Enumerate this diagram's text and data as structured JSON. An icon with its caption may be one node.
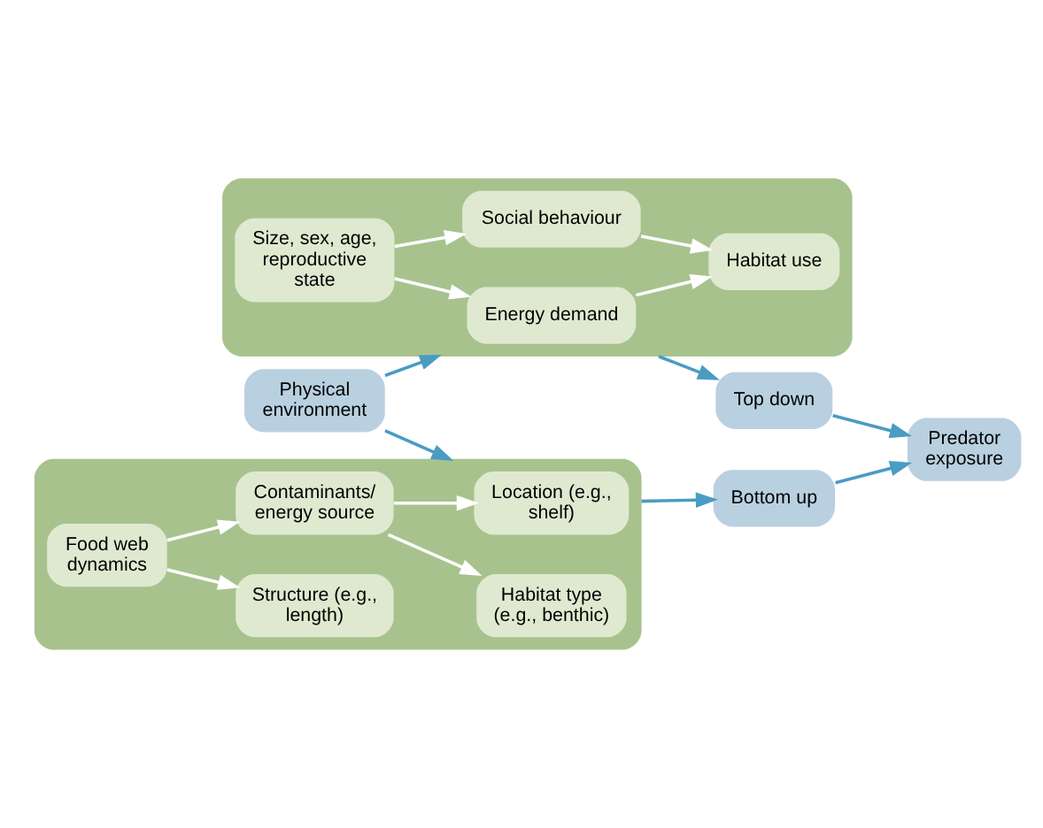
{
  "diagram": {
    "nodes": [
      {
        "text": [
          "Physical environment"
        ]
      },
      {
        "text": [],
        "shape": "box"
      },
      {
        "text": [
          "Energy demand"
        ],
        "in": 1
      },
      {
        "text": [
          "Habitat use"
        ],
        "in": 1
      },
      {
        "text": [
          "Size, sex, age, reproductive state"
        ],
        "in": 1
      },
      {
        "text": [
          "Social behaviour"
        ],
        "in": 1
      },
      {
        "text": [],
        "shape": "box"
      },
      {
        "text": [
          "Location (e.g., shelf)"
        ],
        "in": 6
      },
      {
        "text": [
          "Structure (e.g., length)"
        ],
        "in": 6
      },
      {
        "text": [
          "Habitat type (e.g., benthic)"
        ],
        "in": 6
      },
      {
        "text": [
          "Food web dynamics"
        ],
        "in": 6
      },
      {
        "text": [
          "Contaminants/ energy source"
        ],
        "in": 6
      },
      {
        "text": [
          "Top down"
        ]
      },
      {
        "text": [
          "Predator exposure"
        ]
      },
      {
        "text": [
          "Bottom up"
        ]
      }
    ],
    "edges": [
      {
        "from": 0,
        "to": 1,
        "arrow": "to",
        "color": "#4a9cc2"
      },
      {
        "from": 0,
        "to": 6,
        "arrow": "to",
        "color": "#4a9cc2"
      },
      {
        "from": 4,
        "to": 2,
        "arrow": "to"
      },
      {
        "from": 2,
        "to": 3,
        "arrow": "to"
      },
      {
        "from": 4,
        "to": 5,
        "arrow": "to"
      },
      {
        "from": 5,
        "to": 3,
        "arrow": "to"
      },
      {
        "from": 10,
        "to": 8,
        "arrow": "to"
      },
      {
        "from": 10,
        "to": 11,
        "arrow": "to"
      },
      {
        "from": 11,
        "to": 7,
        "arrow": "to"
      },
      {
        "from": 11,
        "to": 9,
        "arrow": "to"
      },
      {
        "from": 1,
        "to": 12,
        "arrow": "to",
        "color": "#4a9cc2"
      },
      {
        "from": 12,
        "to": 13,
        "arrow": "to",
        "color": "#4a9cc2"
      },
      {
        "from": 6,
        "to": 14,
        "arrow": "to",
        "color": "#4a9cc2"
      },
      {
        "from": 14,
        "to": 13,
        "arrow": "to",
        "color": "#4a9cc2"
      }
    ]
  }
}
